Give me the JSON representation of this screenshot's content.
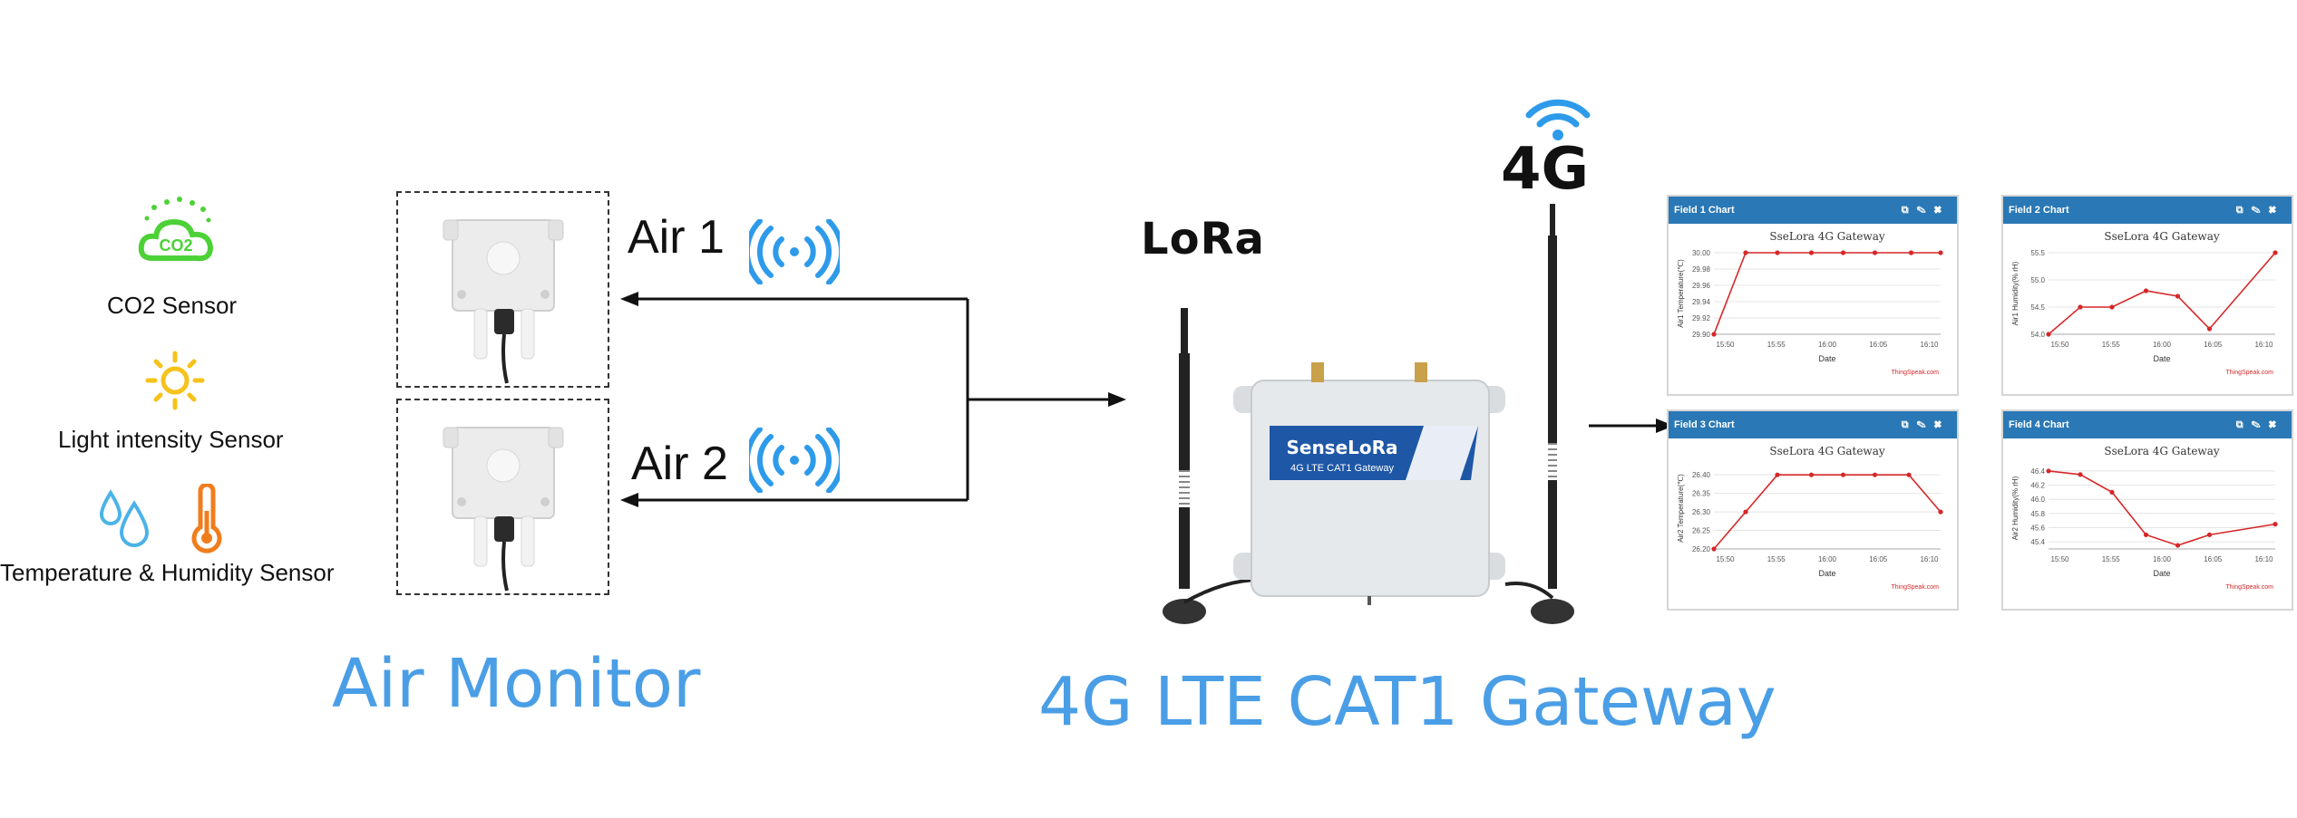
{
  "sensors": [
    {
      "label": "CO2 Sensor",
      "icon": "co2-cloud-icon"
    },
    {
      "label": "Light intensity Sensor",
      "icon": "sun-icon"
    },
    {
      "label": "Temperature & Humidity Sensor",
      "icon": "thermometer-droplets-icon"
    }
  ],
  "co2_icon_text": "CO2",
  "devices": [
    {
      "label": "Air 1"
    },
    {
      "label": "Air 2"
    }
  ],
  "lora_label": "LoRa",
  "g4_label": "4G",
  "gateway": {
    "brand": "SenseLoRa",
    "model": "4G LTE CAT1 Gateway"
  },
  "captions": {
    "air_monitor": "Air Monitor",
    "gateway": "4G LTE CAT1 Gateway"
  },
  "colors": {
    "accent_blue": "#4a9ee6",
    "panel_header": "#2a78b5",
    "chart_line": "#d62728",
    "co2_green": "#4cd137",
    "sun_yellow": "#f6c21c",
    "thermo_orange": "#f07d1d"
  },
  "chart_data": [
    {
      "panel_title": "Field 1 Chart",
      "type": "line",
      "title": "SseLora 4G Gateway",
      "xlabel": "Date",
      "ylabel": "Air1 Temperature(℃)",
      "footer": "ThingSpeak.com",
      "x_ticks": [
        "15:50",
        "15:55",
        "16:00",
        "16:05",
        "16:10"
      ],
      "y_ticks": [
        "29.90",
        "29.92",
        "29.94",
        "29.96",
        "29.98",
        "30.00"
      ],
      "ylim": [
        29.9,
        30.0
      ],
      "x": [
        0,
        1,
        2,
        3,
        4,
        5,
        6,
        7
      ],
      "values": [
        29.9,
        30.0,
        30.0,
        30.0,
        30.0,
        30.0,
        30.0,
        30.0
      ],
      "x_positions": [
        0.0,
        0.14,
        0.28,
        0.43,
        0.57,
        0.71,
        0.87,
        1.0
      ]
    },
    {
      "panel_title": "Field 2 Chart",
      "type": "line",
      "title": "SseLora 4G Gateway",
      "xlabel": "Date",
      "ylabel": "Air1 Humidity(% rH)",
      "footer": "ThingSpeak.com",
      "x_ticks": [
        "15:50",
        "15:55",
        "16:00",
        "16:05",
        "16:10"
      ],
      "y_ticks": [
        "54.0",
        "54.5",
        "55.0",
        "55.5"
      ],
      "ylim": [
        54.0,
        55.5
      ],
      "values": [
        54.0,
        54.5,
        54.5,
        54.8,
        54.7,
        54.1,
        55.5
      ],
      "x_positions": [
        0.0,
        0.14,
        0.28,
        0.43,
        0.57,
        0.71,
        1.0
      ]
    },
    {
      "panel_title": "Field 3 Chart",
      "type": "line",
      "title": "SseLora 4G Gateway",
      "xlabel": "Date",
      "ylabel": "Air2 Temperature(℃)",
      "footer": "ThingSpeak.com",
      "x_ticks": [
        "15:50",
        "15:55",
        "16:00",
        "16:05",
        "16:10"
      ],
      "y_ticks": [
        "26.20",
        "26.25",
        "26.30",
        "26.35",
        "26.40"
      ],
      "ylim": [
        26.2,
        26.42
      ],
      "values": [
        26.2,
        26.3,
        26.4,
        26.4,
        26.4,
        26.4,
        26.4,
        26.3
      ],
      "x_positions": [
        0.0,
        0.14,
        0.28,
        0.43,
        0.57,
        0.71,
        0.86,
        1.0
      ]
    },
    {
      "panel_title": "Field 4 Chart",
      "type": "line",
      "title": "SseLora 4G Gateway",
      "xlabel": "Date",
      "ylabel": "Air2 Humidity(% rH)",
      "footer": "ThingSpeak.com",
      "x_ticks": [
        "15:50",
        "15:55",
        "16:00",
        "16:05",
        "16:10"
      ],
      "y_ticks": [
        "45.4",
        "45.6",
        "45.8",
        "46.0",
        "46.2",
        "46.4"
      ],
      "ylim": [
        45.3,
        46.45
      ],
      "values": [
        46.4,
        46.35,
        46.1,
        45.5,
        45.35,
        45.5,
        45.65
      ],
      "x_positions": [
        0.0,
        0.14,
        0.28,
        0.43,
        0.57,
        0.71,
        1.0
      ]
    }
  ]
}
